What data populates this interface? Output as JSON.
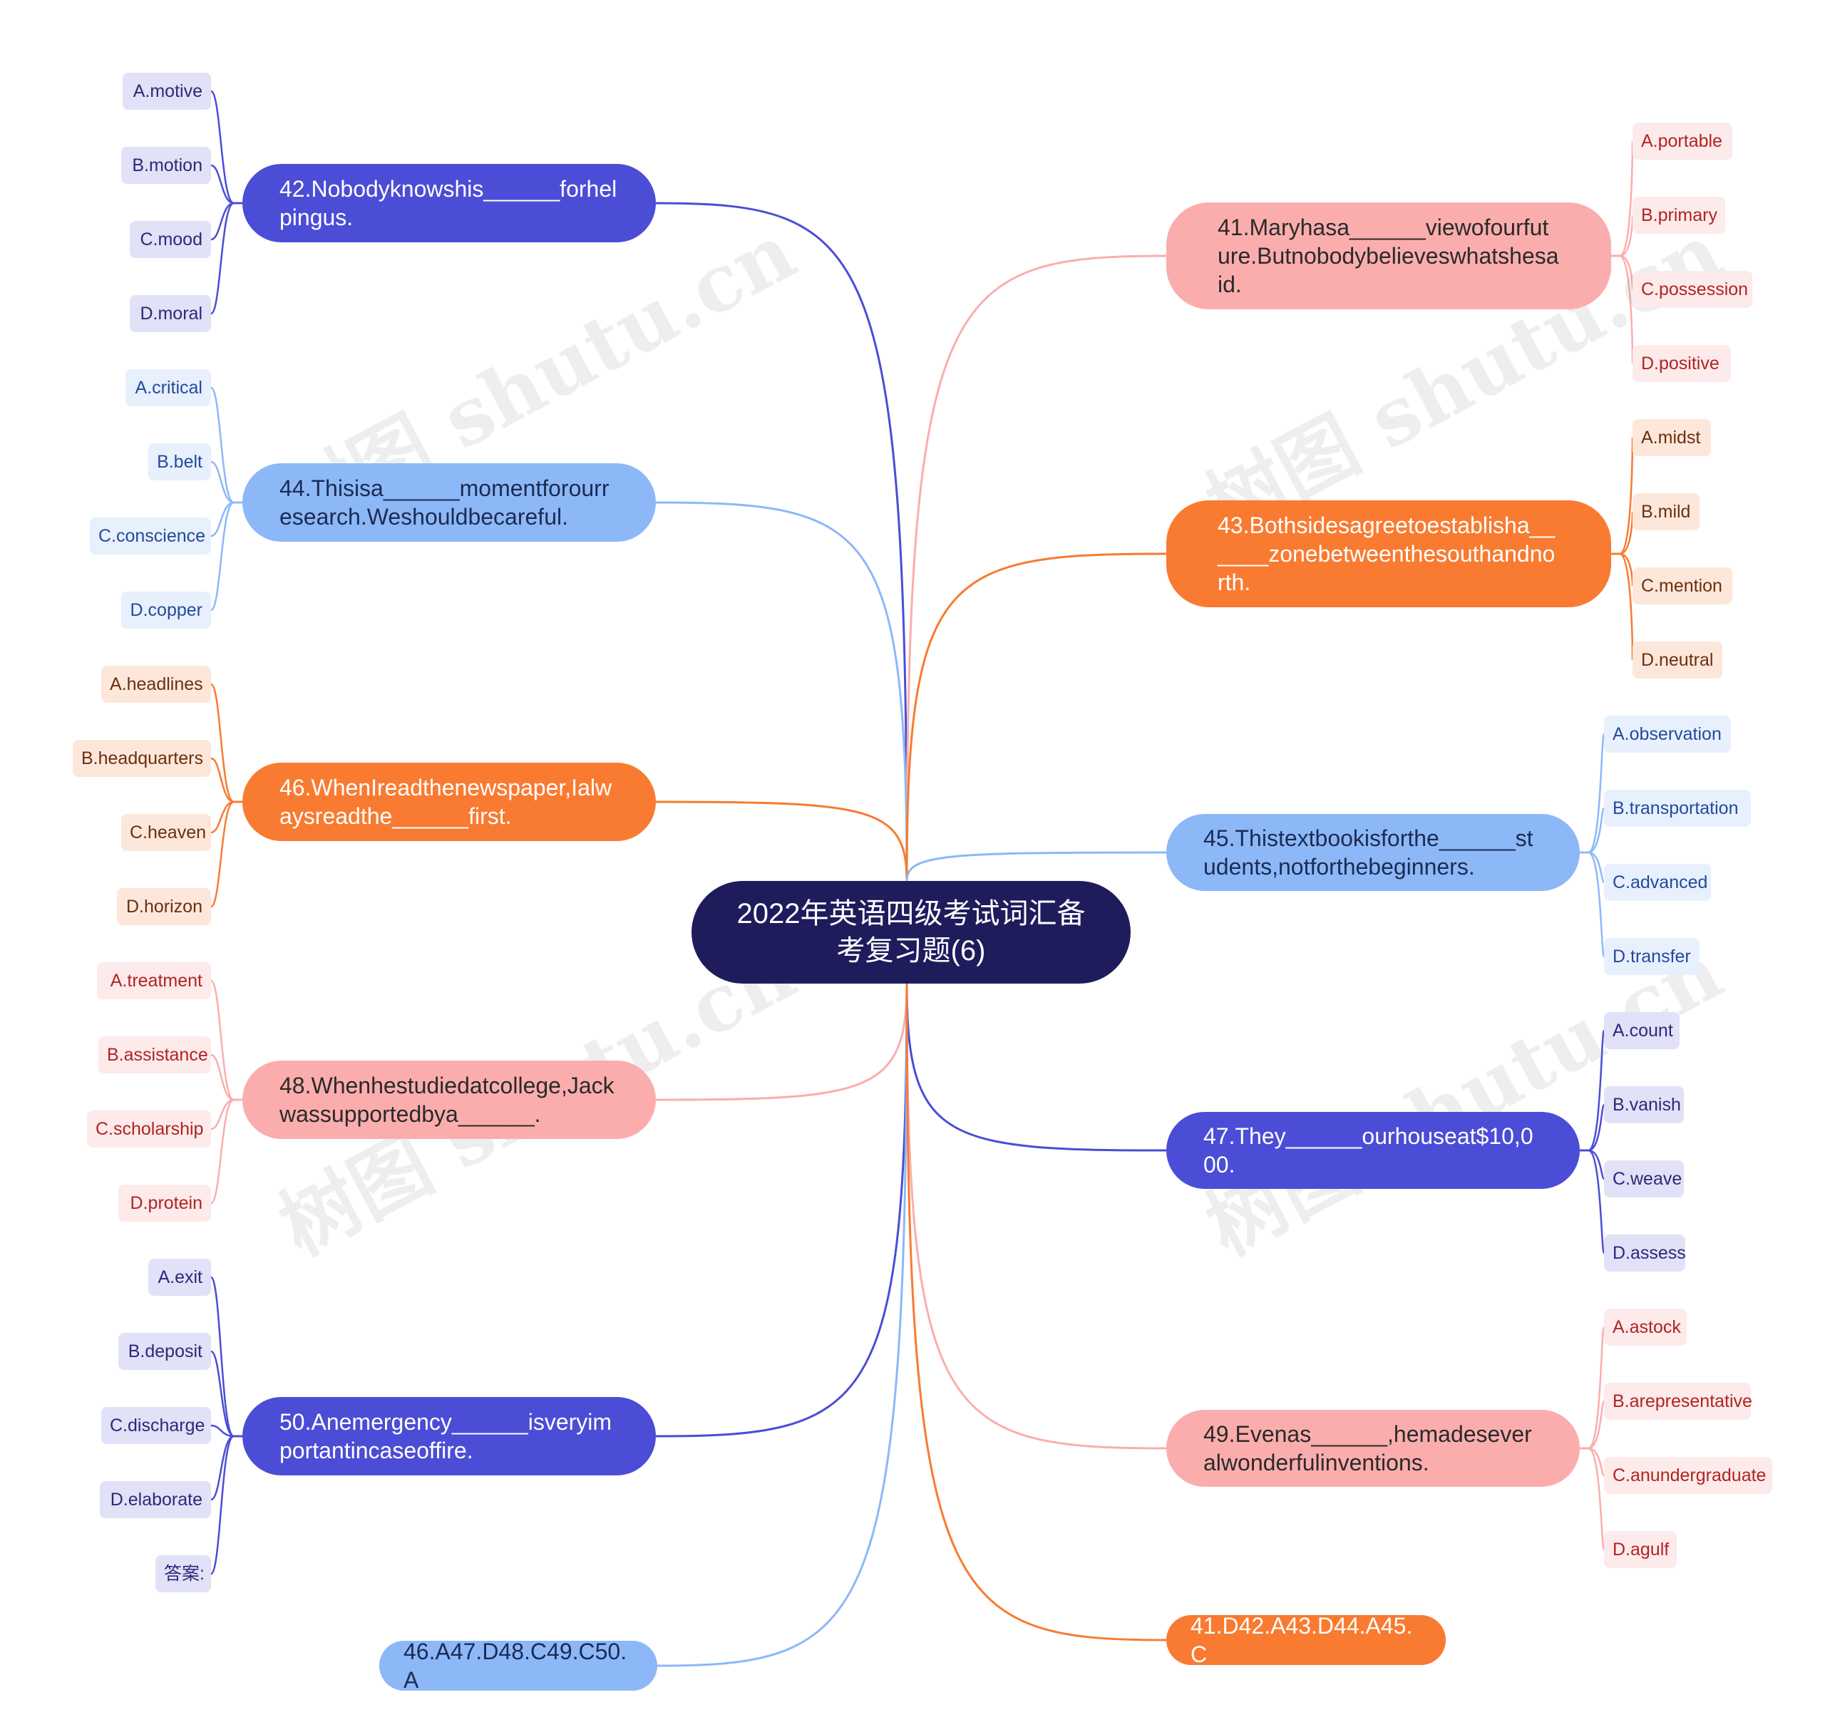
{
  "root": {
    "title": "2022年英语四级考试词汇备考复习题(6)"
  },
  "colors": {
    "root": "#1f1c5c",
    "blue": "#4b4dd6",
    "light_blue": "#8cb8f8",
    "orange": "#f87b31",
    "pink": "#fbadad"
  },
  "watermark": "树图 shutu.cn",
  "left": [
    {
      "question": "42.Nobodyknowshis______forhelpingus.",
      "options": [
        "A.motive",
        "B.motion",
        "C.mood",
        "D.moral"
      ]
    },
    {
      "question": "44.Thisisa______momentforourresearch.Weshouldbecareful.",
      "options": [
        "A.critical",
        "B.belt",
        "C.conscience",
        "D.copper"
      ]
    },
    {
      "question": "46.WhenIreadthenewspaper,Ialwaysreadthe______first.",
      "options": [
        "A.headlines",
        "B.headquarters",
        "C.heaven",
        "D.horizon"
      ]
    },
    {
      "question": "48.Whenhestudiedatcollege,Jackwassupportedbya______.",
      "options": [
        "A.treatment",
        "B.assistance",
        "C.scholarship",
        "D.protein"
      ]
    },
    {
      "question": "50.Anemergency______isveryimportantincaseoffire.",
      "options": [
        "A.exit",
        "B.deposit",
        "C.discharge",
        "D.elaborate",
        "答案:"
      ]
    },
    {
      "question": "46.A47.D48.C49.C50.A",
      "options": []
    }
  ],
  "right": [
    {
      "question": "41.Maryhasa______viewofourfuture.Butnobodybelieveswhatshesaid.",
      "options": [
        "A.portable",
        "B.primary",
        "C.possession",
        "D.positive"
      ]
    },
    {
      "question": "43.Bothsidesagreetoestablisha______zonebetweenthesouthandnorth.",
      "options": [
        "A.midst",
        "B.mild",
        "C.mention",
        "D.neutral"
      ]
    },
    {
      "question": "45.Thistextbookisforthe______students,notforthebeginners.",
      "options": [
        "A.observation",
        "B.transportation",
        "C.advanced",
        "D.transfer"
      ]
    },
    {
      "question": "47.They______ourhouseat$10,000.",
      "options": [
        "A.count",
        "B.vanish",
        "C.weave",
        "D.assess"
      ]
    },
    {
      "question": "49.Evenas______,hemadeseveralwonderfulinventions.",
      "options": [
        "A.astock",
        "B.arepresentative",
        "C.anundergraduate",
        "D.agulf"
      ]
    },
    {
      "question": "41.D42.A43.D44.A45.C",
      "options": []
    }
  ]
}
